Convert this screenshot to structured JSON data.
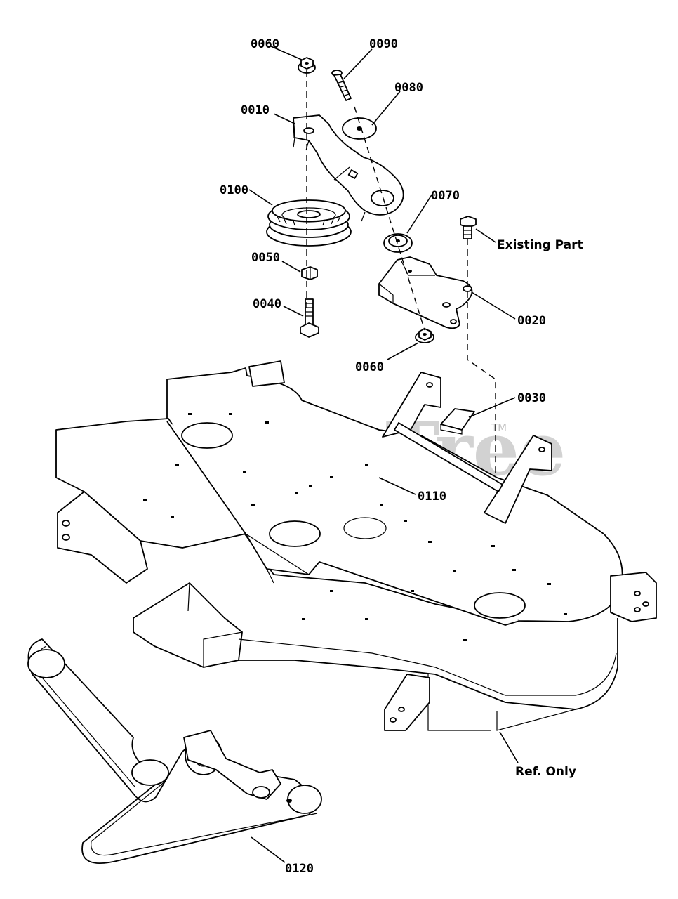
{
  "watermark": {
    "text": "PartsTree",
    "trademark": "TM"
  },
  "callouts": {
    "c0060a": "0060",
    "c0090": "0090",
    "c0080": "0080",
    "c0010": "0010",
    "c0100": "0100",
    "c0070": "0070",
    "existing": "Existing Part",
    "c0050": "0050",
    "c0040": "0040",
    "c0020": "0020",
    "c0060b": "0060",
    "c0030": "0030",
    "c0110": "0110",
    "ref": "Ref. Only",
    "c0120": "0120"
  }
}
